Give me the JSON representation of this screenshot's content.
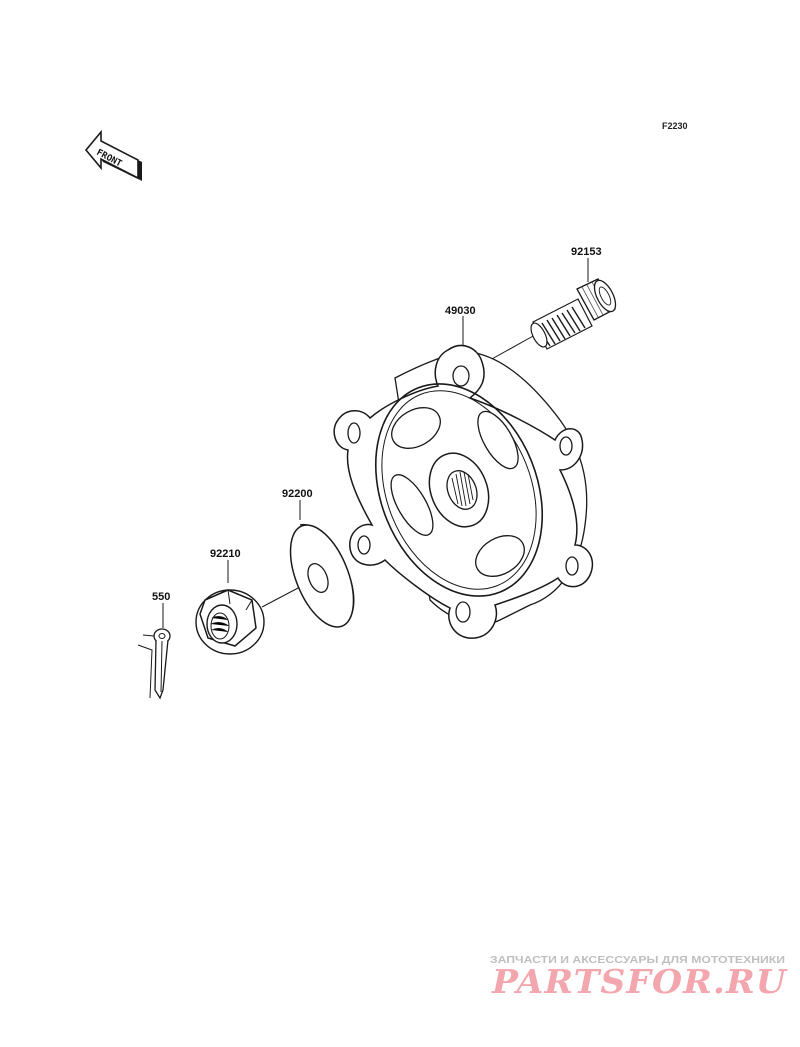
{
  "figure_code": "F2230",
  "front_label": "FRONT",
  "parts": [
    {
      "id": "92153",
      "label": "92153"
    },
    {
      "id": "49030",
      "label": "49030"
    },
    {
      "id": "92200",
      "label": "92200"
    },
    {
      "id": "92210",
      "label": "92210"
    },
    {
      "id": "550",
      "label": "550"
    }
  ],
  "watermark": {
    "tagline": "ЗАПЧАСТИ И АКСЕССУАРЫ ДЛЯ МОТОТЕХНИКИ",
    "logo_text": "PARTSFOR.RU",
    "logo_color": "#f3a6ad",
    "tagline_color": "#bfbfbf"
  },
  "colors": {
    "line": "#1a1a1a",
    "fill": "#ffffff",
    "shade": "#8a8a8a"
  }
}
